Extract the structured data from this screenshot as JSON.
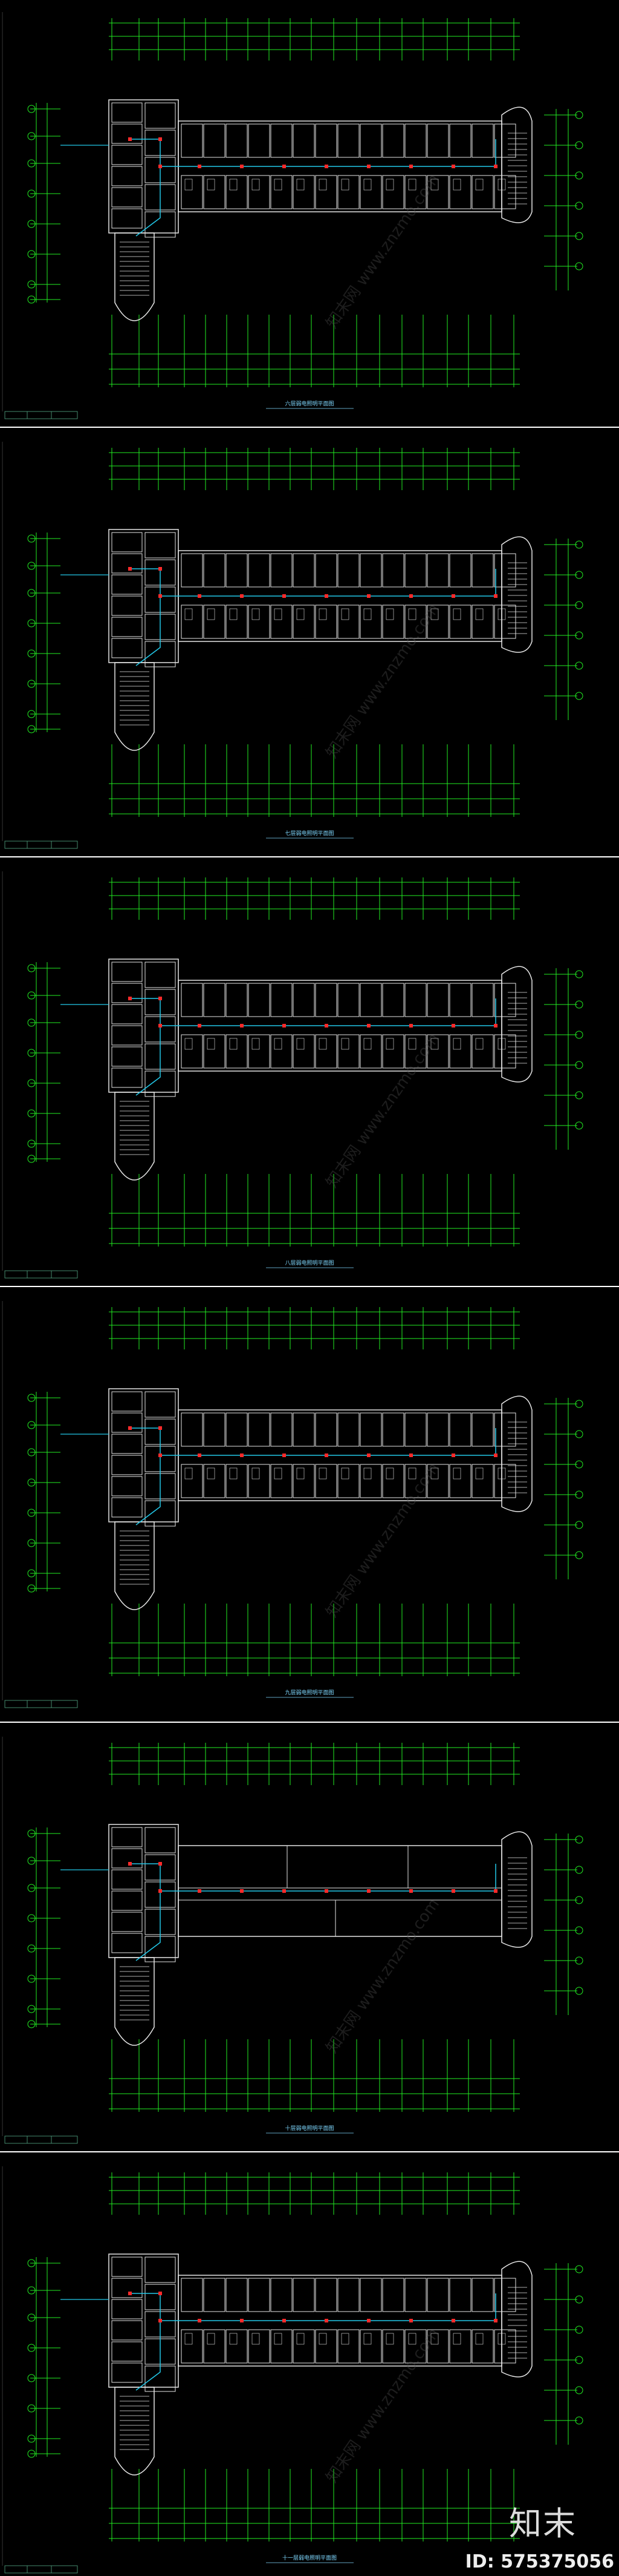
{
  "colors": {
    "background": "#000000",
    "frame": "#ffffff",
    "dimension": "#22ee22",
    "wall": "#e6e6e6",
    "wire": "#22c8e8",
    "device": "#ff2a2a",
    "label": "#7fd8ff"
  },
  "sheets": [
    {
      "title": "六层弱电照明平面图",
      "variant": "standard"
    },
    {
      "title": "七层弱电照明平面图",
      "variant": "standard"
    },
    {
      "title": "八层弱电照明平面图",
      "variant": "standard"
    },
    {
      "title": "九层弱电照明平面图",
      "variant": "standard"
    },
    {
      "title": "十层弱电照明平面图",
      "variant": "open"
    },
    {
      "title": "十一层弱电照明平面图",
      "variant": "standard"
    }
  ],
  "watermark": {
    "text": "知末网 www.znzmo.com"
  },
  "branding": {
    "logo": "知末",
    "id_text": "ID: 575375056"
  }
}
